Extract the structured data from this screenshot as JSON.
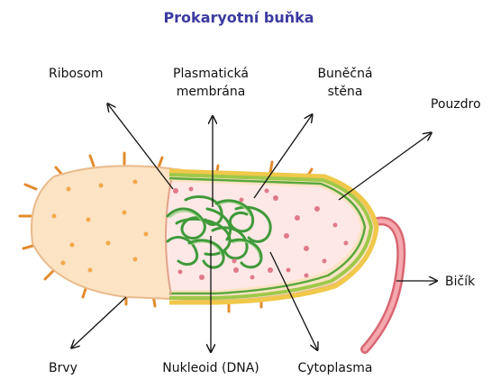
{
  "title": "Prokaryotní buňka",
  "labels": {
    "ribosom": "Ribosom",
    "membrana_line1": "Plasmatická",
    "membrana_line2": "membrána",
    "stena_line1": "Buněčná",
    "stena_line2": "stěna",
    "pouzdro": "Pouzdro",
    "bicik": "Bičík",
    "brvy": "Brvy",
    "nukleoid": "Nukleoid (DNA)",
    "cytoplasma": "Cytoplasma"
  },
  "colors": {
    "title": "#3b3aa0",
    "outer_cell": "#fbe3c4",
    "outer_cell_stroke": "#e9b98a",
    "cytoplasm": "#fde8e6",
    "cell_wall": "#c8d84a",
    "membrane_green": "#5aa83c",
    "dna": "#3f9a3a",
    "flagellum": "#e7828a",
    "ribosome": "#e07a88",
    "pili": "#f2a84a"
  }
}
